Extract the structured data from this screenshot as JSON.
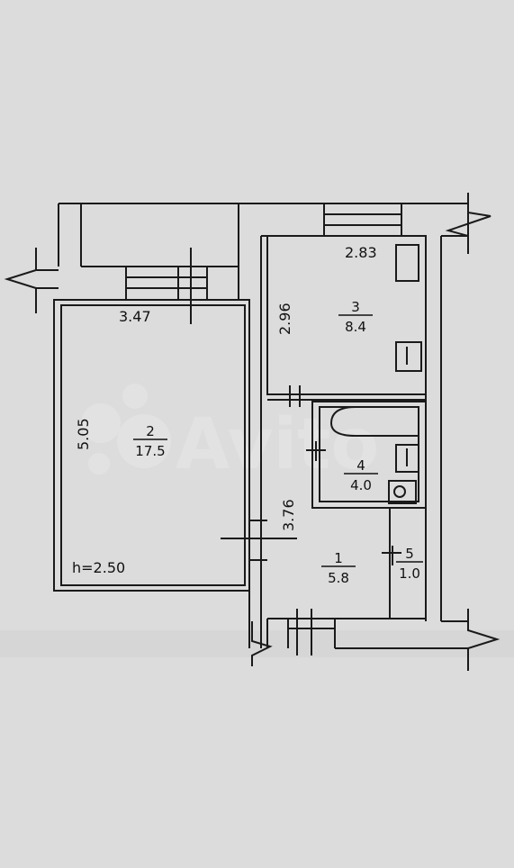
{
  "dimensions": {
    "room2_width": "3.47",
    "room2_length": "5.05",
    "room3_width": "2.83",
    "room3_length": "2.96",
    "corridor_length": "3.76",
    "ceiling_height": "h=2.50"
  },
  "rooms": [
    {
      "number": "1",
      "area": "5.8"
    },
    {
      "number": "2",
      "area": "17.5"
    },
    {
      "number": "3",
      "area": "8.4"
    },
    {
      "number": "4",
      "area": "4.0"
    },
    {
      "number": "5",
      "area": "1.0"
    }
  ],
  "watermark": "Avito",
  "colors": {
    "paper": "#dcdcdc",
    "line": "#1a1a1a"
  }
}
